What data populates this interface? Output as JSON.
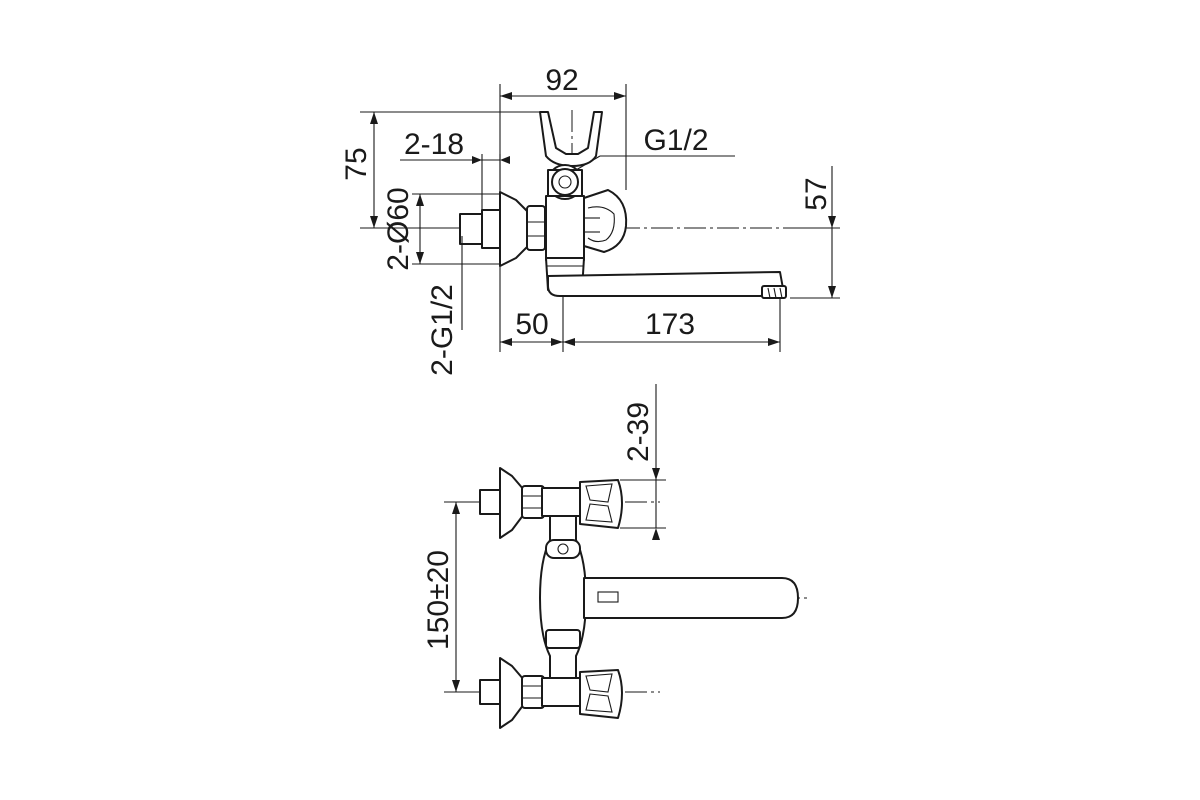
{
  "dimensions": {
    "width_total": "92",
    "top_height": "75",
    "nut_width": "2-18",
    "flange_diameter": "2-Ø60",
    "inlet_thread": "2-G1/2",
    "outlet_thread": "G1/2",
    "spout_drop": "57",
    "body_offset": "50",
    "spout_reach": "173",
    "handle_depth": "2-39",
    "inlet_spacing": "150±20"
  }
}
